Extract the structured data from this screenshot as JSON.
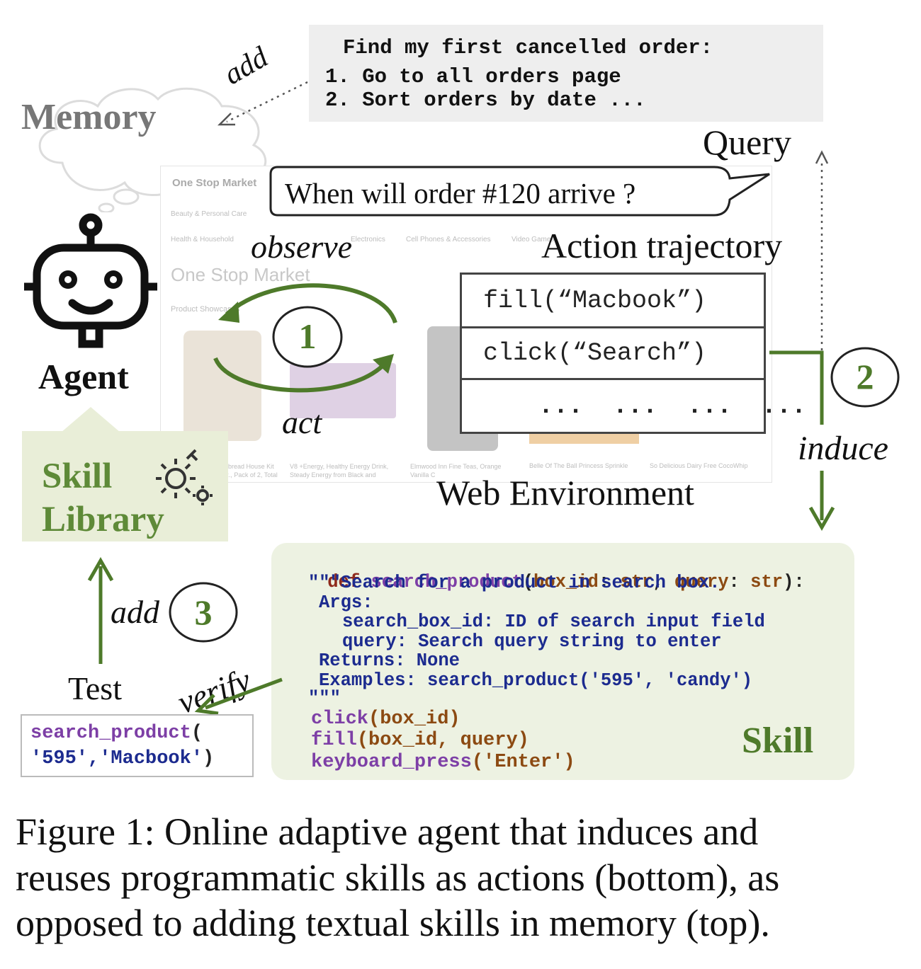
{
  "memory_box": {
    "title": "Find my first cancelled order:",
    "step1": "1. Go to all orders page",
    "step2": "2. Sort orders by date ..."
  },
  "memory_label": "Memory",
  "add_top": "add",
  "query_label": "Query",
  "query_text": "When will order #120 arrive ?",
  "agent_label": "Agent",
  "observe_label": "observe",
  "act_label": "act",
  "step_numbers": [
    "1",
    "2",
    "3"
  ],
  "web_env": {
    "label": "Web Environment",
    "store_name": "One Stop Market",
    "nav_items": [
      "Beauty & Personal Care",
      "Health & Household",
      "Electronics",
      "Cell Phones & Accessories",
      "Video Games"
    ],
    "section": "Product Showcases",
    "products": [
      "Pre-baked Gingerbread House Kit Value Pack, 17 oz., Pack of 2, Total",
      "V8 +Energy, Healthy Energy Drink, Steady Energy from Black and",
      "Elmwood Inn Fine Teas, Orange Vanilla C",
      "Belle Of The Ball Princess Sprinkle",
      "So Delicious Dairy Free CocoWhip"
    ]
  },
  "trajectory": {
    "title": "Action trajectory",
    "rows": [
      "fill(“Macbook”)",
      "click(“Search”)",
      "...  ...  ...  ..."
    ]
  },
  "induce_label": "induce",
  "skill_library_label": "Skill\nLibrary",
  "add_bottom": "add",
  "verify_label": "verify",
  "test_label": "Test",
  "test_call": {
    "fn": "search_product",
    "open": "(",
    "args": "'595','Macbook'",
    "close": ")"
  },
  "skill_code": {
    "def_kw": "def",
    "fn_name": "search_product",
    "open_paren": "(",
    "param1": "box_id",
    "colon1": ":",
    "type1": "str",
    "comma": ",",
    "param2": "query",
    "colon2": ":",
    "type2": "str",
    "close_sig": "):",
    "doc_first": "\"\"\"Search for a product in search box.",
    "doc_args": "Args:",
    "doc_arg1": "search_box_id: ID of search input field",
    "doc_arg2": "query: Search query string to enter",
    "doc_returns": "Returns: None",
    "doc_examples": "Examples: search_product('595', 'candy')",
    "doc_close": "\"\"\"",
    "call1_fn": "click",
    "call1_args": "(box_id)",
    "call2_fn": "fill",
    "call2_args": "(box_id, query)",
    "call3_fn": "keyboard_press",
    "call3_args": "('Enter')"
  },
  "skill_label": "Skill",
  "caption": {
    "line1": "Figure 1: Online adaptive agent that induces and",
    "line2": "reuses programmatic skills as actions (bottom), as",
    "line3": "opposed to adding textual skills in memory (top)."
  },
  "colors": {
    "green": "#4e7a2a",
    "skill_bg": "#edf2e2",
    "memory_bg": "#eeeeee"
  }
}
